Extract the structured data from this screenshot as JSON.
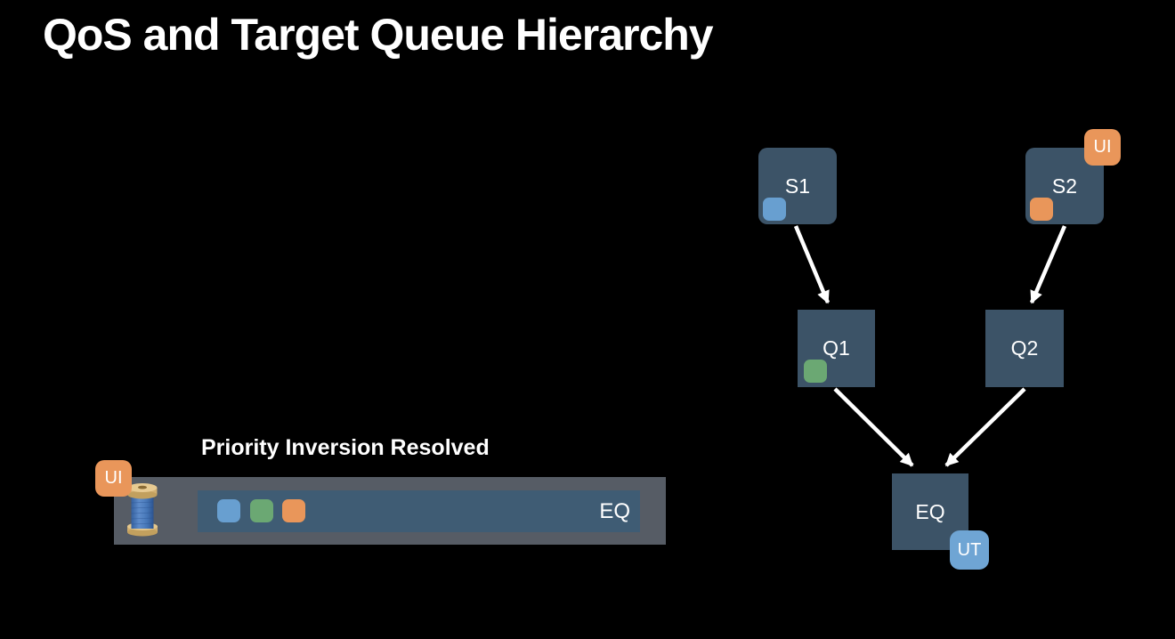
{
  "title": "QoS and Target Queue Hierarchy",
  "resolved_panel": {
    "heading": "Priority Inversion Resolved",
    "thread_qos_badge": "UI",
    "queue_bar_label": "EQ",
    "work_items": [
      {
        "name": "blue-work-item",
        "color": "#689FD0"
      },
      {
        "name": "green-work-item",
        "color": "#6BA873"
      },
      {
        "name": "orange-work-item",
        "color": "#E9965A"
      }
    ]
  },
  "hierarchy": {
    "nodes": [
      {
        "id": "S1",
        "label": "S1",
        "chip_color": "#689FD0"
      },
      {
        "id": "S2",
        "label": "S2",
        "chip_color": "#E9965A",
        "badge": "UI"
      },
      {
        "id": "Q1",
        "label": "Q1",
        "chip_color": "#6BA873"
      },
      {
        "id": "Q2",
        "label": "Q2"
      },
      {
        "id": "EQ",
        "label": "EQ",
        "badge": "UT"
      }
    ],
    "edges": [
      {
        "from": "S1",
        "to": "Q1"
      },
      {
        "from": "S2",
        "to": "Q2"
      },
      {
        "from": "Q1",
        "to": "EQ"
      },
      {
        "from": "Q2",
        "to": "EQ"
      }
    ]
  },
  "colors": {
    "background": "#000000",
    "node_fill": "#3C5367",
    "outer_bar": "#565C65",
    "inner_bar": "#3F5C74",
    "orange_accent": "#E9965A",
    "blue_accent": "#689FD0",
    "green_accent": "#6BA873",
    "badge_blue": "#6FA5D4",
    "arrow": "#FFFFFF"
  }
}
